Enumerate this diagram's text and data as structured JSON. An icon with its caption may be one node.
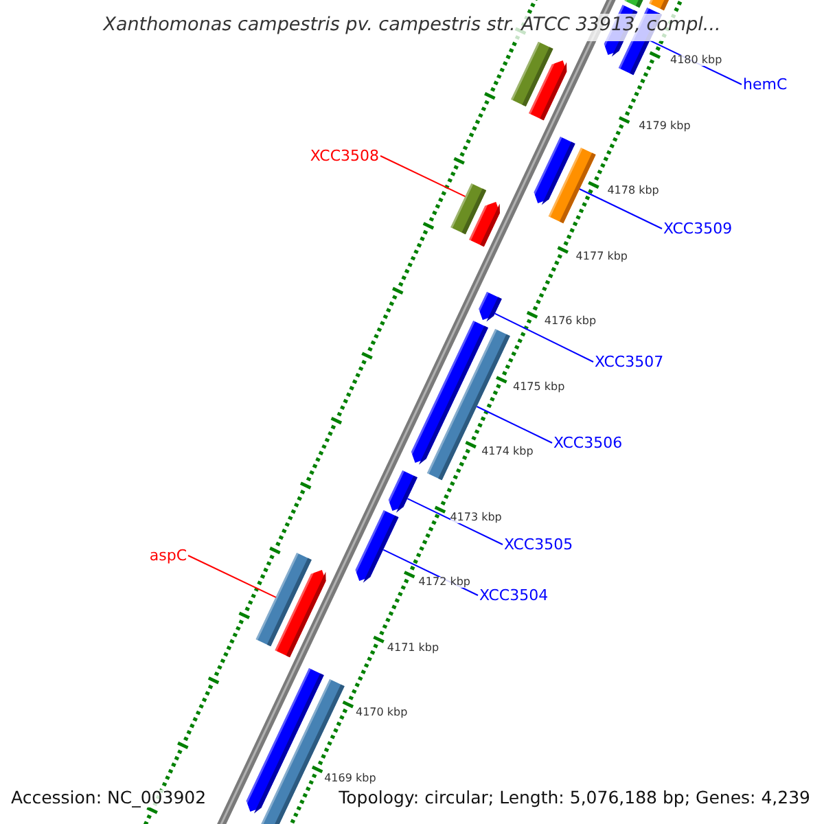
{
  "diagram": {
    "title": "Xanthomonas campestris pv. campestris str. ATCC 33913, compl...",
    "nodes": [
      {
        "text": [
          "hemC"
        ]
      },
      {
        "text": [],
        "shape": "bar"
      },
      {
        "text": [],
        "shape": "bar"
      },
      {
        "text": [],
        "shape": "bar"
      },
      {
        "text": [],
        "shape": "bar"
      },
      {
        "text": [],
        "shape": "bar"
      },
      {
        "text": [],
        "shape": "bar"
      },
      {
        "text": [
          "XCC3508"
        ]
      },
      {
        "text": [],
        "shape": "bar"
      },
      {
        "text": [],
        "shape": "bar"
      },
      {
        "text": [],
        "shape": "bar"
      },
      {
        "text": [],
        "shape": "bar"
      },
      {
        "text": [
          "XCC3509"
        ]
      },
      {
        "text": [],
        "shape": "bar"
      },
      {
        "text": [],
        "shape": "bar"
      },
      {
        "text": [],
        "shape": "bar"
      },
      {
        "text": [
          "XCC3507"
        ]
      },
      {
        "text": [
          "XCC3506"
        ]
      },
      {
        "text": [],
        "shape": "bar"
      },
      {
        "text": [],
        "shape": "bar"
      },
      {
        "text": [
          "XCC3505"
        ]
      },
      {
        "text": [
          "aspC"
        ]
      },
      {
        "text": [],
        "shape": "bar"
      },
      {
        "text": [],
        "shape": "bar"
      },
      {
        "text": [
          "XCC3504"
        ]
      },
      {
        "text": [],
        "shape": "bar"
      },
      {
        "text": [],
        "shape": "bar"
      }
    ],
    "edges": [
      {
        "from": 0,
        "to": 4,
        "arrow": "none"
      },
      {
        "from": 7,
        "to": 10,
        "arrow": "none",
        "color": "#ff0000"
      },
      {
        "from": 12,
        "to": 9,
        "arrow": "none"
      },
      {
        "from": 16,
        "to": 13,
        "arrow": "none"
      },
      {
        "from": 17,
        "to": 15,
        "arrow": "none"
      },
      {
        "from": 20,
        "to": 18,
        "arrow": "none"
      },
      {
        "from": 21,
        "to": 22,
        "arrow": "none",
        "color": "#ff0000"
      },
      {
        "from": 24,
        "to": 19,
        "arrow": "none"
      }
    ],
    "labels": [
      "4180 kbp",
      "4179 kbp",
      "4178 kbp",
      "4177 kbp",
      "4176 kbp",
      "4175 kbp",
      "4174 kbp",
      "4173 kbp",
      "4172 kbp",
      "4171 kbp",
      "4170 kbp",
      "4169 kbp",
      "Accession: NC_003902",
      "Topology: circular; Length: 5,076,188 bp; Genes: 4,239"
    ]
  }
}
